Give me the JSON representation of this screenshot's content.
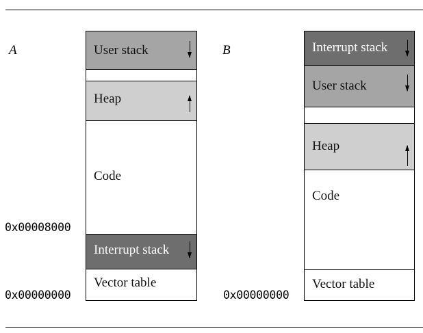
{
  "layout_a": {
    "label": "A",
    "address_top": "0x00008000",
    "address_bottom": "0x00000000",
    "segments": {
      "user_stack": "User stack",
      "heap": "Heap",
      "code": "Code",
      "interrupt_stack": "Interrupt stack",
      "vector_table": "Vector table"
    }
  },
  "layout_b": {
    "label": "B",
    "address_bottom": "0x00000000",
    "segments": {
      "interrupt_stack": "Interrupt stack",
      "user_stack": "User stack",
      "heap": "Heap",
      "code": "Code",
      "vector_table": "Vector table"
    }
  },
  "colors": {
    "interrupt_stack": "#6e6e6e",
    "user_stack": "#a5a5a5",
    "heap": "#cfcfcf",
    "code": "#ffffff",
    "vector_table": "#ffffff"
  }
}
